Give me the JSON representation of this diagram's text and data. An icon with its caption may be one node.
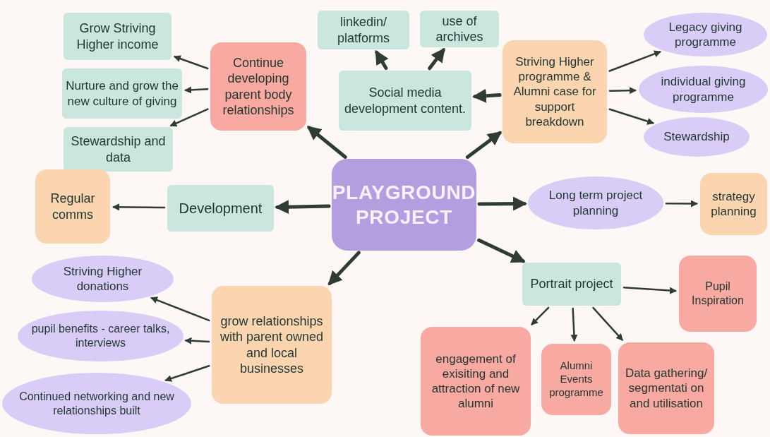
{
  "diagram": {
    "nodes": [
      {
        "text": [
          "PLAYGROUND PROJECT"
        ]
      },
      {
        "text": [
          "Continue developing parent body relationships"
        ]
      },
      {
        "text": [
          "Grow Striving Higher income"
        ]
      },
      {
        "text": [
          "Nurture and grow the new culture of giving"
        ]
      },
      {
        "text": [
          "Stewardship and data"
        ]
      },
      {
        "text": [
          "linkedin/ platforms"
        ]
      },
      {
        "text": [
          "use of archives"
        ]
      },
      {
        "text": [
          "Social media development content."
        ]
      },
      {
        "text": [
          "Striving Higher programme & Alumni case for support breakdown"
        ]
      },
      {
        "text": [
          "Legacy giving programme"
        ]
      },
      {
        "text": [
          "individual giving programme"
        ]
      },
      {
        "text": [
          "Stewardship"
        ]
      },
      {
        "text": [
          "Regular comms"
        ]
      },
      {
        "text": [
          "Development"
        ]
      },
      {
        "text": [
          "Long term project planning"
        ]
      },
      {
        "text": [
          "strategy planning"
        ]
      },
      {
        "text": [
          "Striving Higher donations"
        ]
      },
      {
        "text": [
          "pupil benefits - career talks, interviews"
        ]
      },
      {
        "text": [
          "Continued networking and new relationships built"
        ]
      },
      {
        "text": [
          "grow relationships with parent owned and local businesses"
        ]
      },
      {
        "text": [
          "Portrait project"
        ]
      },
      {
        "text": [
          "Pupil Inspiration"
        ]
      },
      {
        "text": [
          "engagement of exisiting and attraction of new alumni"
        ]
      },
      {
        "text": [
          "Alumni Events programme"
        ]
      },
      {
        "text": [
          "Data gathering/ segmentati on and utilisation"
        ]
      }
    ],
    "edges": [
      {
        "from": 0,
        "to": 1,
        "arrow": "to",
        "style": "thick"
      },
      {
        "from": 1,
        "to": 2,
        "arrow": "to"
      },
      {
        "from": 1,
        "to": 3,
        "arrow": "to"
      },
      {
        "from": 1,
        "to": 4,
        "arrow": "to"
      },
      {
        "from": 0,
        "to": 8,
        "arrow": "to",
        "style": "thick"
      },
      {
        "from": 8,
        "to": 7,
        "arrow": "to",
        "style": "thick"
      },
      {
        "from": 7,
        "to": 5,
        "arrow": "to",
        "style": "thick"
      },
      {
        "from": 7,
        "to": 6,
        "arrow": "to",
        "style": "thick"
      },
      {
        "from": 8,
        "to": 9,
        "arrow": "to"
      },
      {
        "from": 8,
        "to": 10,
        "arrow": "to"
      },
      {
        "from": 8,
        "to": 11,
        "arrow": "to"
      },
      {
        "from": 0,
        "to": 13,
        "arrow": "to",
        "style": "thick"
      },
      {
        "from": 13,
        "to": 12,
        "arrow": "to"
      },
      {
        "from": 0,
        "to": 14,
        "arrow": "to",
        "style": "thick"
      },
      {
        "from": 14,
        "to": 15,
        "arrow": "to"
      },
      {
        "from": 0,
        "to": 19,
        "arrow": "to",
        "style": "thick"
      },
      {
        "from": 19,
        "to": 16,
        "arrow": "to"
      },
      {
        "from": 19,
        "to": 17,
        "arrow": "to"
      },
      {
        "from": 19,
        "to": 18,
        "arrow": "to"
      },
      {
        "from": 0,
        "to": 20,
        "arrow": "to",
        "style": "thick"
      },
      {
        "from": 20,
        "to": 21,
        "arrow": "to"
      },
      {
        "from": 20,
        "to": 22,
        "arrow": "to"
      },
      {
        "from": 20,
        "to": 23,
        "arrow": "to"
      },
      {
        "from": 20,
        "to": 24,
        "arrow": "to"
      }
    ]
  }
}
